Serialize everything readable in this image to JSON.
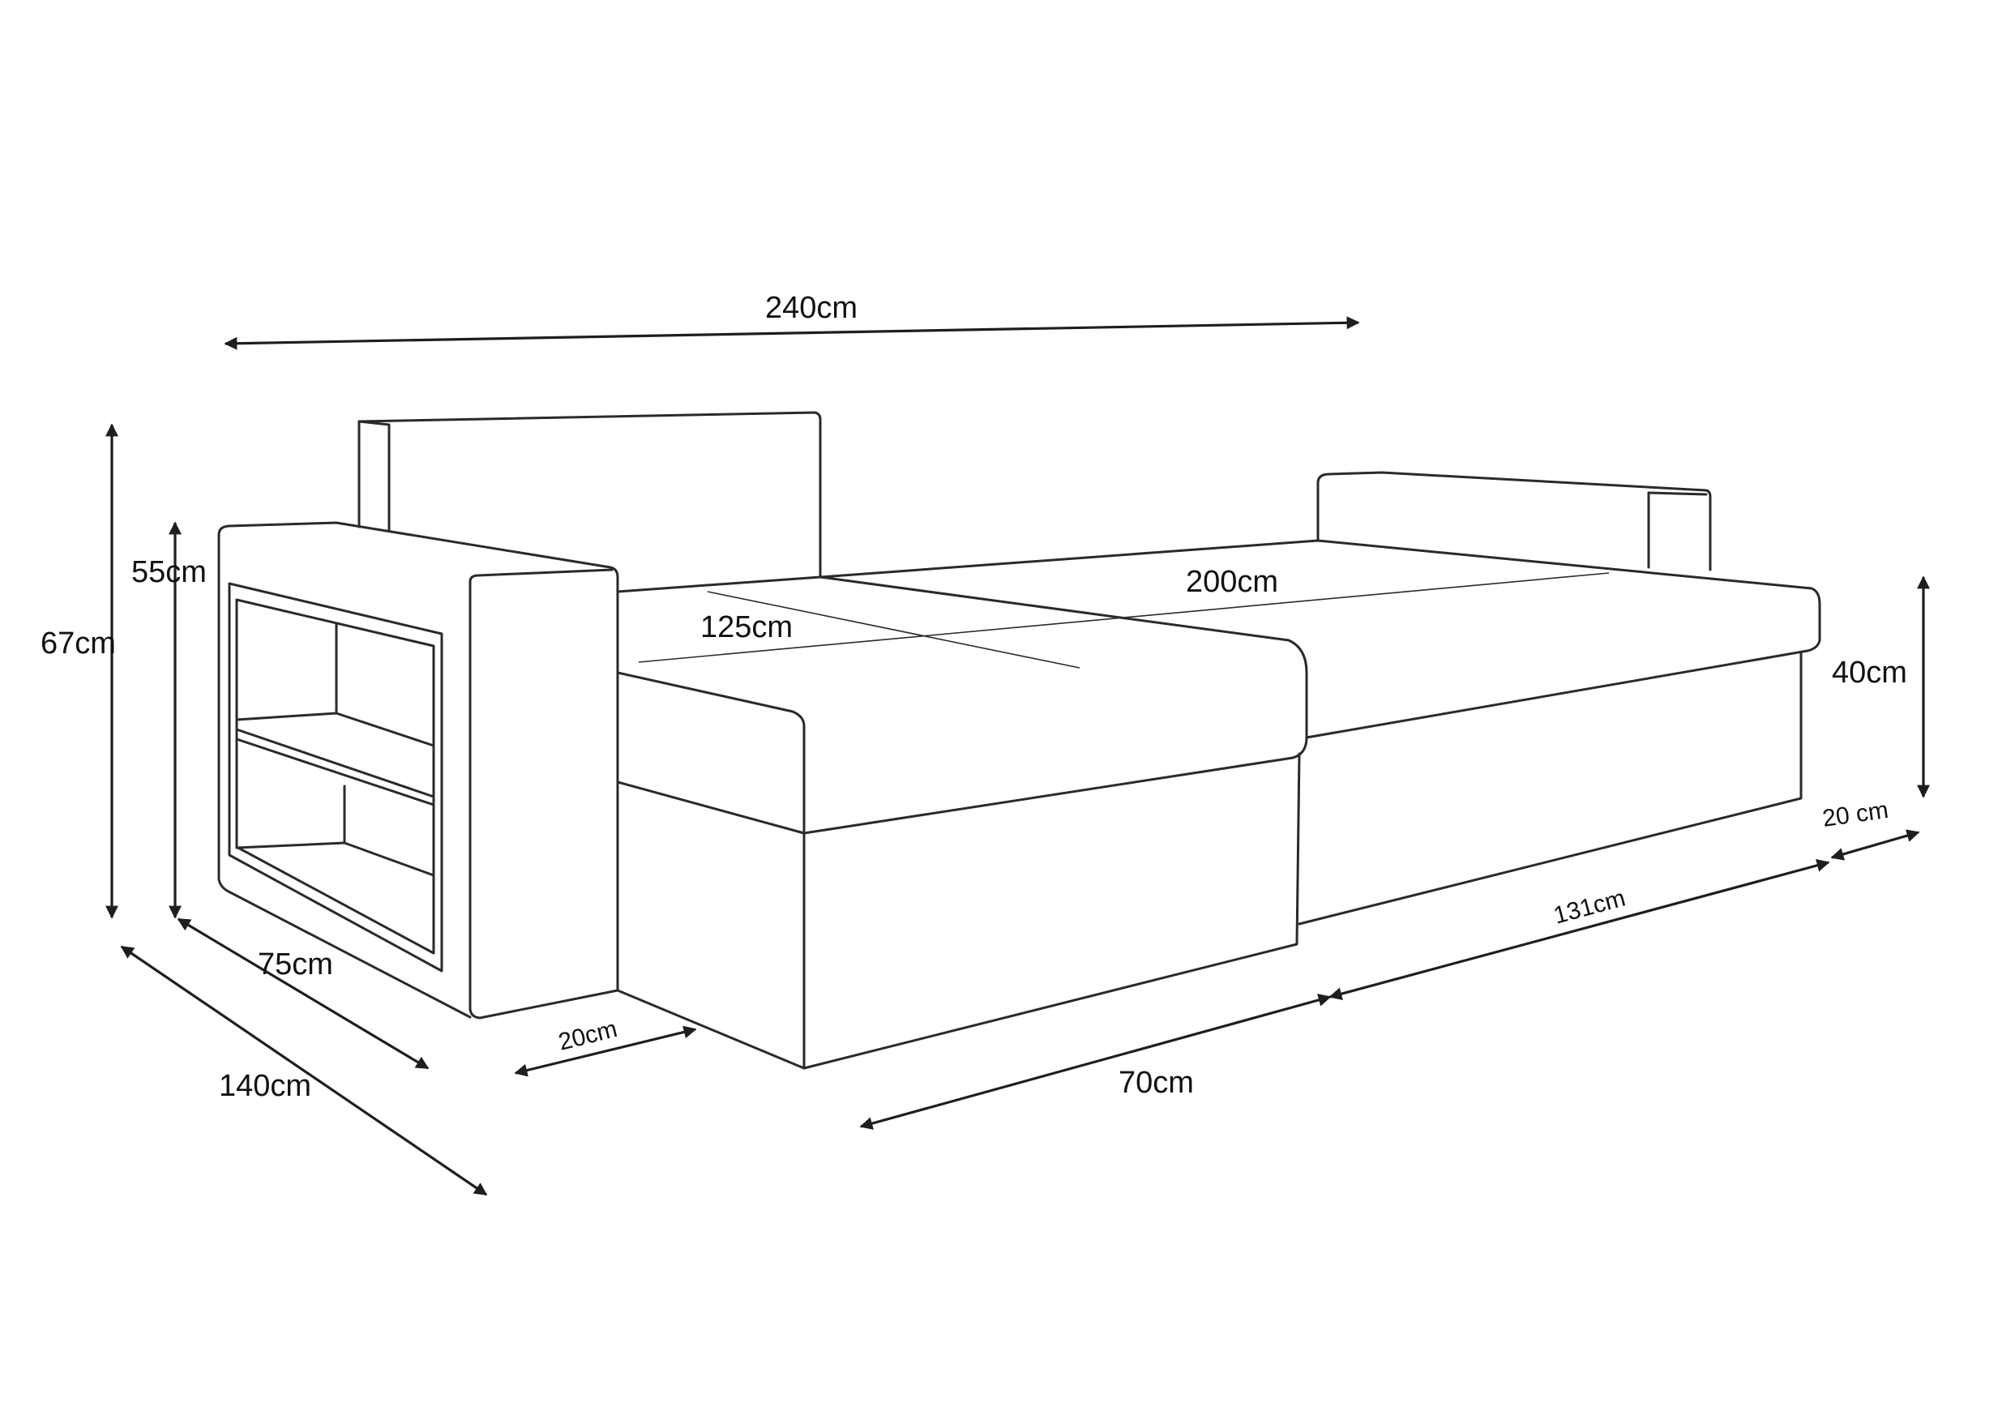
{
  "dimensions": {
    "total_width": "240cm",
    "back_height": "67cm",
    "armrest_height": "55cm",
    "seat_height": "40cm",
    "sleeping_width": "200cm",
    "sleeping_depth": "125cm",
    "chaise_depth": "140cm",
    "seat_depth": "75cm",
    "left_armrest_width": "20cm",
    "seat_front_width": "70cm",
    "chaise_front_width": "131cm",
    "right_armrest_width": "20 cm"
  },
  "colors": {
    "line": "#2a2a2a",
    "background": "#ffffff"
  }
}
